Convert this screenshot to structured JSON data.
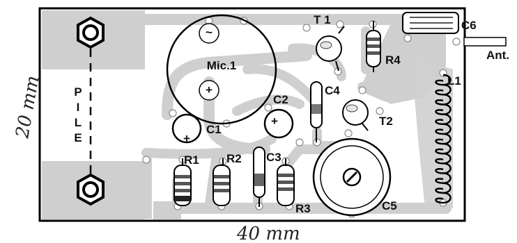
{
  "labels": {
    "mic": "Mic.1",
    "mic_plus": "+",
    "mic_minus": "~",
    "pile_letters": [
      "P",
      "I",
      "L",
      "E"
    ],
    "t1": "T 1",
    "t2": "T2",
    "r1": "R1",
    "r2": "R2",
    "r3": "R3",
    "r4": "R4",
    "c1": "C1",
    "c2": "C2",
    "c3": "C3",
    "c4": "C4",
    "c5": "C5",
    "c6": "C6",
    "l1": "L1",
    "ant": "Ant.",
    "cap_plus": "+"
  },
  "dimensions": {
    "height": "20 mm",
    "width": "40 mm"
  },
  "colors": {
    "track": "#cfcfcf",
    "ink": "#111111",
    "board_outline": "#000000"
  }
}
